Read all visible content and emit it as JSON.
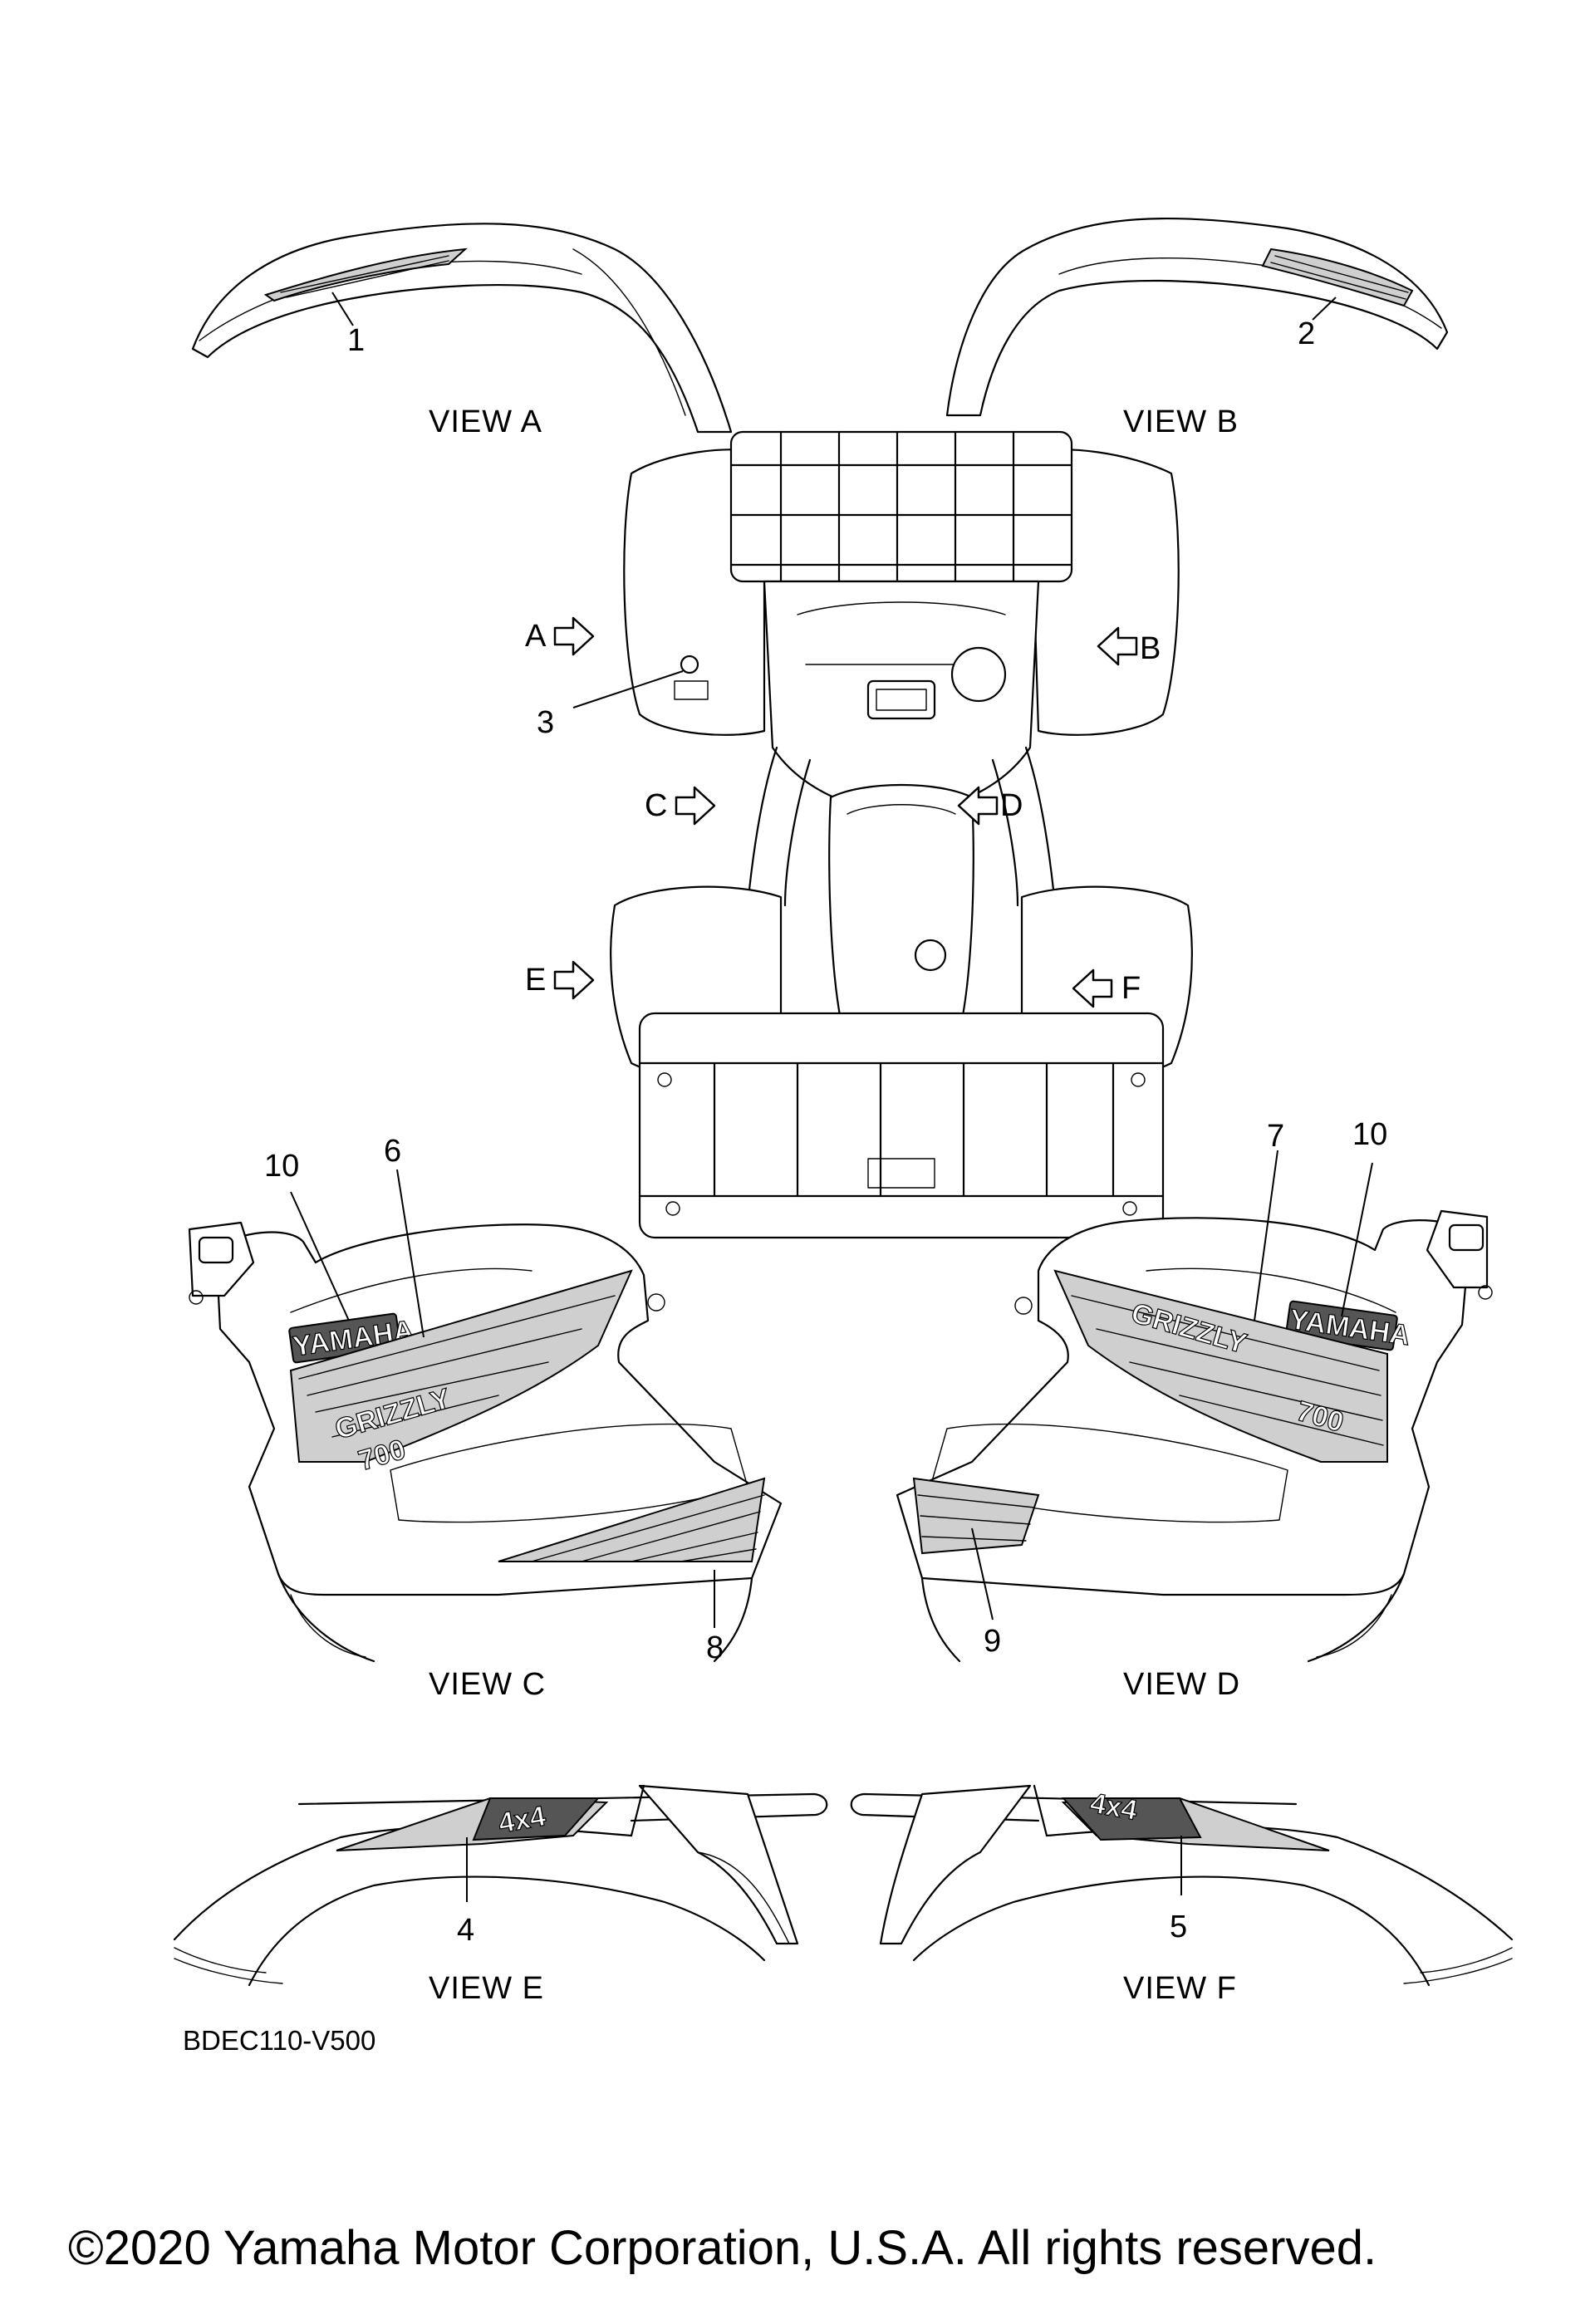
{
  "labels": {
    "l1": "1",
    "l2": "2",
    "l3": "3",
    "l4": "4",
    "l5": "5",
    "l6": "6",
    "l7": "7",
    "l8": "8",
    "l9": "9",
    "l10a": "10",
    "l10b": "10"
  },
  "views": {
    "a": "VIEW A",
    "b": "VIEW B",
    "c": "VIEW C",
    "d": "VIEW D",
    "e": "VIEW E",
    "f": "VIEW F"
  },
  "arrows": {
    "a": "A",
    "b": "B",
    "c": "C",
    "d": "D",
    "e": "E",
    "f": "F"
  },
  "decal_text": {
    "brand_left": "YAMAHA",
    "brand_right": "YAMAHA",
    "model_left": "GRIZZLY",
    "model_right": "GRIZZLY",
    "displacement": "700",
    "badge": "4x4"
  },
  "code": "BDEC110-V500",
  "copyright": "©2020 Yamaha Motor Corporation, U.S.A. All rights reserved."
}
